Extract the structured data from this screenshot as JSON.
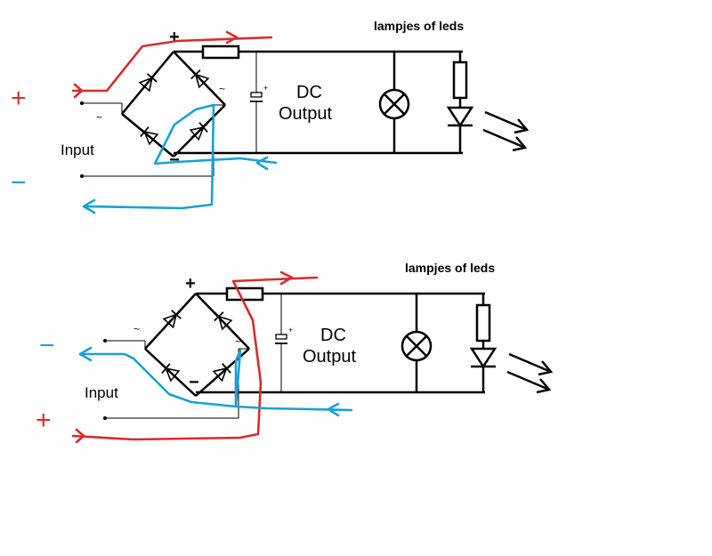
{
  "colors": {
    "positive_current": "#d92b2b",
    "negative_current": "#1aa0d8",
    "wiring": "#000000"
  },
  "top_circuit": {
    "title": "lampjes of leds",
    "plus_sign": "+",
    "minus_sign": "−",
    "input_label": "Input",
    "ac_mark_left": "~",
    "ac_mark_right": "~",
    "output_line1": "DC",
    "output_line2": "Output",
    "cap_plus": "+",
    "bridge_plus": "+",
    "bridge_minus": "−"
  },
  "bottom_circuit": {
    "title": "lampjes of leds",
    "plus_sign": "+",
    "minus_sign": "−",
    "input_label": "Input",
    "ac_mark_left": "~",
    "ac_mark_right": "~",
    "output_line1": "DC",
    "output_line2": "Output",
    "cap_plus": "+",
    "bridge_plus": "+",
    "bridge_minus": "−"
  },
  "icons": [
    "diode-icon",
    "resistor-icon",
    "capacitor-icon",
    "lamp-icon",
    "led-icon",
    "light-emission-arrows-icon",
    "current-arrow-icon"
  ]
}
